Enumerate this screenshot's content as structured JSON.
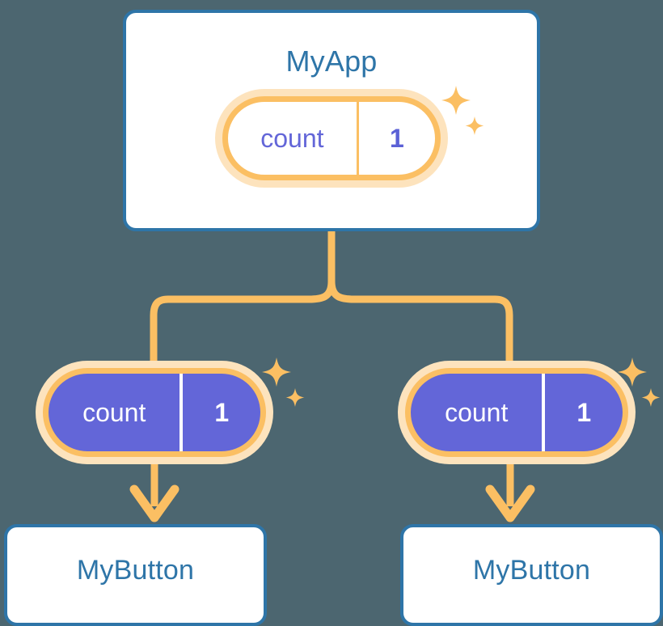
{
  "diagram": {
    "type": "component-state-propagation-tree",
    "background_color": "#4c6670",
    "accent_orange": "#fbbf63",
    "accent_orange_soft": "#fde3bd",
    "accent_blue": "#2e75a8",
    "accent_purple": "#6366d8"
  },
  "root": {
    "title": "MyApp",
    "state": {
      "key": "count",
      "value": "1"
    }
  },
  "consumers": [
    {
      "state": {
        "key": "count",
        "value": "1"
      },
      "component": {
        "title": "MyButton"
      }
    },
    {
      "state": {
        "key": "count",
        "value": "1"
      },
      "component": {
        "title": "MyButton"
      }
    }
  ],
  "icons": {
    "sparkle": "sparkle-icon",
    "arrow_down": "arrow-down-icon"
  }
}
